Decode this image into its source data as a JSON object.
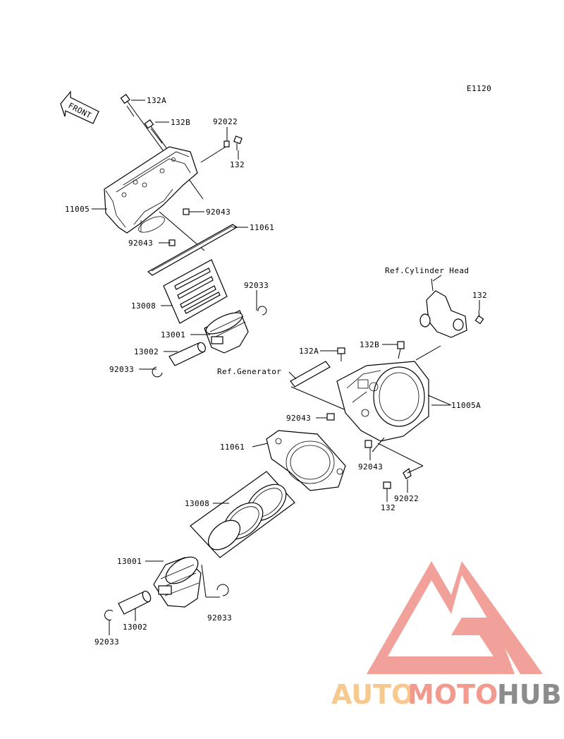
{
  "diagram_code": "E1120",
  "front_marker": "FRONT",
  "labels": {
    "front_132A": "132A",
    "front_132B": "132B",
    "front_92022": "92022",
    "front_132": "132",
    "front_11005": "11005",
    "front_92043_right": "92043",
    "front_11061": "11061",
    "front_92043_left": "92043",
    "front_13008": "13008",
    "front_92033_right": "92033",
    "front_13001": "13001",
    "front_13002": "13002",
    "front_92033_left": "92033",
    "ref_cylinder_head": "Ref.Cylinder Head",
    "rear_132_top": "132",
    "rear_132A": "132A",
    "rear_132B": "132B",
    "ref_generator": "Ref.Generator",
    "rear_11005A": "11005A",
    "rear_92043_left": "92043",
    "rear_11061": "11061",
    "rear_92043_lower": "92043",
    "rear_92022": "92022",
    "rear_132_bottom": "132",
    "rear_13008": "13008",
    "rear_13001": "13001",
    "rear_92033_right": "92033",
    "rear_13002": "13002",
    "rear_92033_left": "92033"
  },
  "watermark": {
    "part1": "AUTO",
    "part2": "MOTO",
    "part3": "HUB",
    "colors": {
      "auto": "#f7c98f",
      "moto": "#f29a8e",
      "hub": "#8c8c8c",
      "logo": "#f08f88"
    }
  }
}
